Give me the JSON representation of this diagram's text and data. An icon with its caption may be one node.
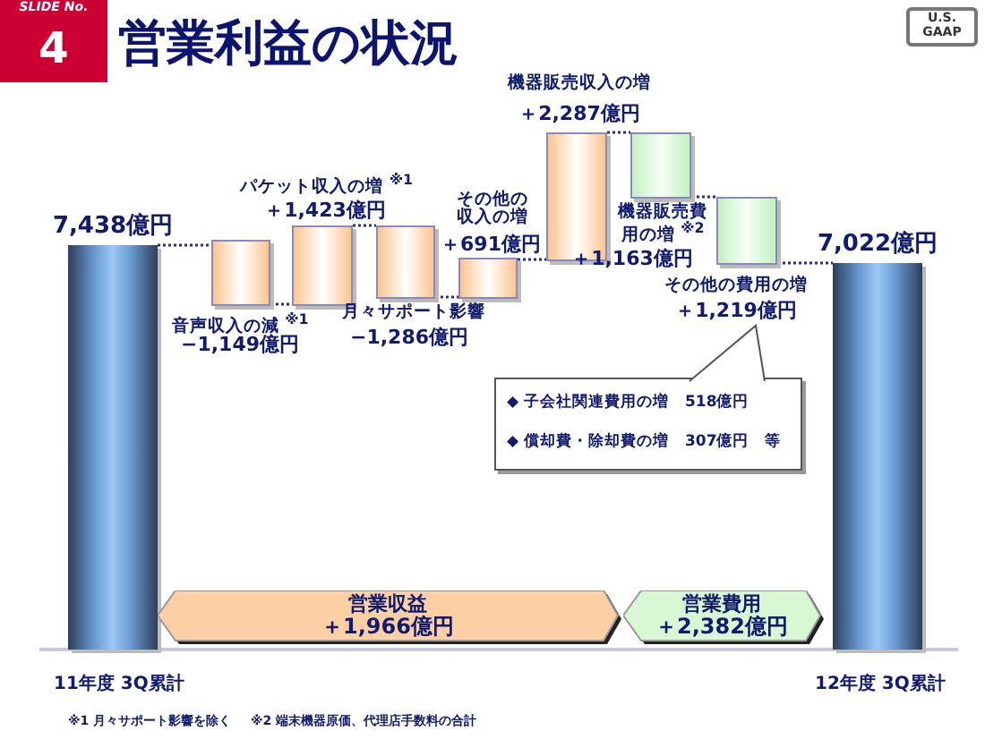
{
  "diagram": {
    "title": "営業利益の状況",
    "nodes": [
      {
        "text": [
          "SLIDE No.",
          "4"
        ]
      },
      {
        "text": [
          "U.S. GAAP"
        ]
      },
      {
        "text": [
          "7,438億円"
        ]
      },
      {
        "text": [
          "音声収入の減 $^{※1}$",
          "−1,149億円"
        ]
      },
      {
        "text": [
          "パケット収入の増 $^{※1}$",
          "＋1,423億円"
        ]
      },
      {
        "text": [
          "月々サポート影響",
          "−1,286億円"
        ]
      },
      {
        "text": [
          "その他の収入の増",
          "＋691億円"
        ]
      },
      {
        "text": [
          "機器販売収入の増",
          "＋2,287億円"
        ]
      },
      {
        "text": [
          "機器販売費用の増 $^{※2}$",
          "＋1,163億円"
        ]
      },
      {
        "text": [
          "その他の費用の増",
          "＋1,219億円"
        ]
      },
      {
        "text": [
          "7,022億円"
        ]
      },
      {
        "text": [
          "◆ 子会社関連費用の増　518億円",
          "◆ 償却費・除却費の増　307億円　等"
        ]
      },
      {
        "text": [
          "営業収益",
          "＋1,966億円"
        ]
      },
      {
        "text": [
          "営業費用",
          "＋2,382億円"
        ]
      }
    ],
    "edges": [
      {
        "from": 2,
        "to": 3,
        "arrow": "none",
        "style": "dashed"
      },
      {
        "from": 3,
        "to": 4,
        "arrow": "none",
        "style": "dashed"
      },
      {
        "from": 4,
        "to": 5,
        "arrow": "none",
        "style": "dashed"
      },
      {
        "from": 5,
        "to": 6,
        "arrow": "none",
        "style": "dashed"
      },
      {
        "from": 6,
        "to": 7,
        "arrow": "none",
        "style": "dashed"
      },
      {
        "from": 7,
        "to": 8,
        "arrow": "none",
        "style": "dashed"
      },
      {
        "from": 8,
        "to": 9,
        "arrow": "none",
        "style": "dashed"
      },
      {
        "from": 9,
        "to": 10,
        "arrow": "none",
        "style": "dashed"
      }
    ],
    "labels": [
      "11年度 3Q累計",
      "12年度 3Q累計",
      "※1 月々サポート影響を除く",
      "※2 端末機器原価、代理店手数料の合計"
    ]
  }
}
